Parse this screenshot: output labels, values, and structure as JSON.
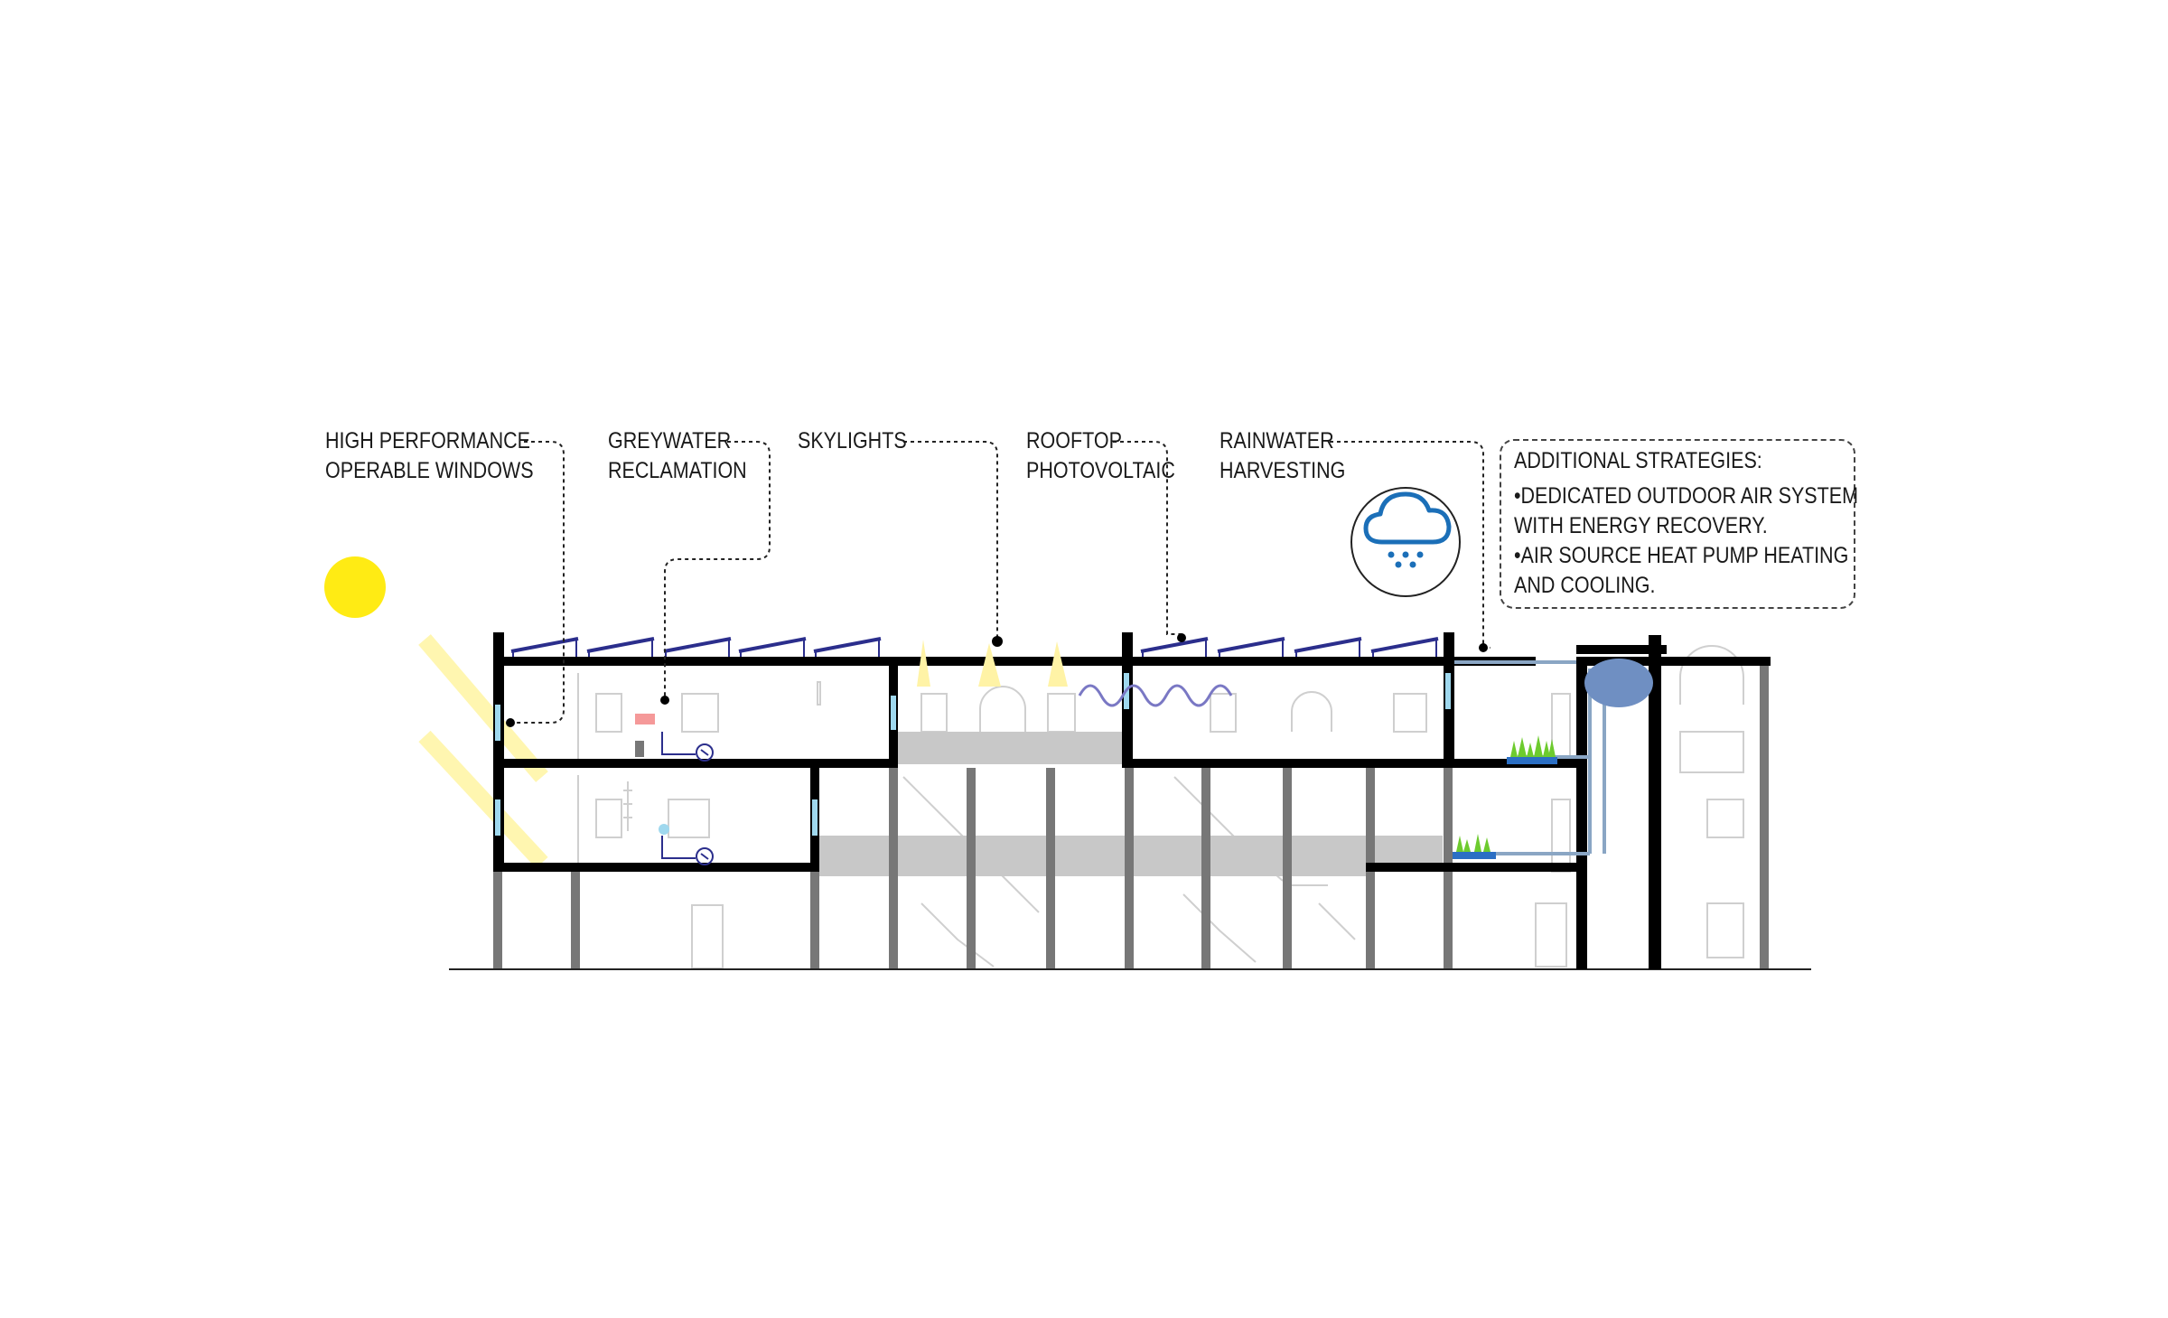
{
  "callouts": {
    "windows": {
      "line1": "HIGH PERFORMANCE",
      "line2": "OPERABLE WINDOWS"
    },
    "greywater": {
      "line1": "GREYWATER",
      "line2": "RECLAMATION"
    },
    "skylights": {
      "line1": "SKYLIGHTS"
    },
    "photovoltaic": {
      "line1": "ROOFTOP",
      "line2": "PHOTOVOLTAIC"
    },
    "rainwater": {
      "line1": "RAINWATER",
      "line2": "HARVESTING"
    }
  },
  "strategies": {
    "title": "ADDITIONAL STRATEGIES:",
    "items": [
      {
        "line1": "•DEDICATED OUTDOOR AIR SYSTEM",
        "line2": "WITH ENERGY RECOVERY."
      },
      {
        "line1": "•AIR SOURCE HEAT PUMP HEATING",
        "line2": "AND COOLING."
      }
    ]
  },
  "icons": {
    "sun": "sun-icon",
    "rain": "rain-cloud-icon"
  },
  "colors": {
    "sun": "#FFEB14",
    "sun_rays": "#FFF6B0",
    "structure": "#000000",
    "columns": "#777777",
    "solar_panel": "#2B2E8C",
    "glazing": "#9FD8EE",
    "water_pipe": "#8AA6C4",
    "tank": "#6F8FC2",
    "corridor": "#C8C8C8",
    "skylight_light": "#FFF3A6",
    "air_wave": "#7A78C4",
    "planter": "#2B6FC4",
    "grass": "#6DCB2E",
    "rain_icon": "#1B6FB8"
  }
}
